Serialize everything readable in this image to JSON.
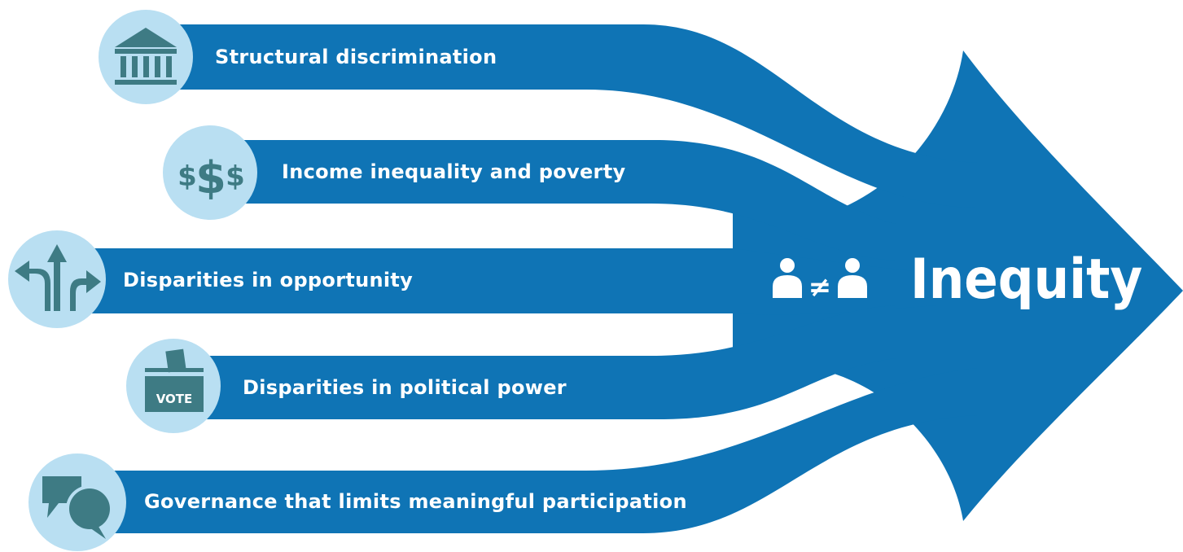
{
  "colors": {
    "arrow": "#0f74b5",
    "icon_circle": "#b9dff2",
    "icon_fill": "#3e7b84",
    "background": "#ffffff"
  },
  "inputs": [
    {
      "label": "Structural discrimination",
      "icon": "bank-building-icon"
    },
    {
      "label": "Income inequality and poverty",
      "icon": "dollar-signs-icon"
    },
    {
      "label": "Disparities in opportunity",
      "icon": "diverging-arrows-icon"
    },
    {
      "label": "Disparities in political power",
      "icon": "ballot-box-icon",
      "icon_text": "VOTE"
    },
    {
      "label": "Governance that limits meaningful participation",
      "icon": "speech-bubbles-icon"
    }
  ],
  "result": {
    "label": "Inequity",
    "icon": "people-not-equal-icon"
  }
}
